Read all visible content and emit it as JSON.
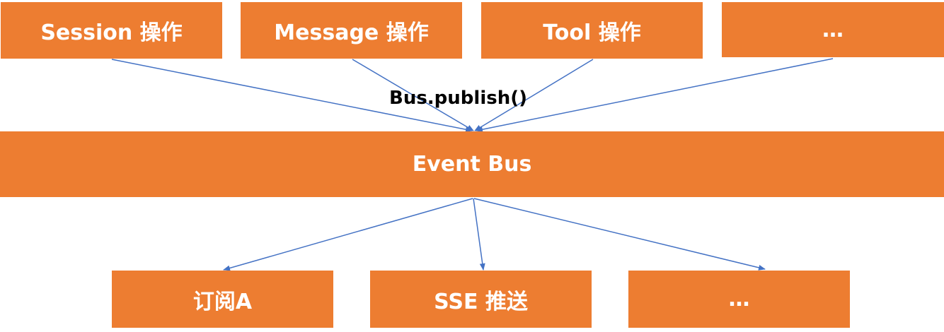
{
  "publishers": [
    {
      "label": "Session 操作"
    },
    {
      "label": "Message 操作"
    },
    {
      "label": "Tool 操作"
    },
    {
      "label": "…"
    }
  ],
  "publish_call": "Bus.publish()",
  "bus": {
    "label": "Event Bus"
  },
  "subscribers": [
    {
      "label": "订阅A"
    },
    {
      "label": "SSE 推送"
    },
    {
      "label": "…"
    }
  ],
  "colors": {
    "box_fill": "#ED7D31",
    "box_text": "#FFFFFF",
    "arrow": "#4472C4"
  }
}
